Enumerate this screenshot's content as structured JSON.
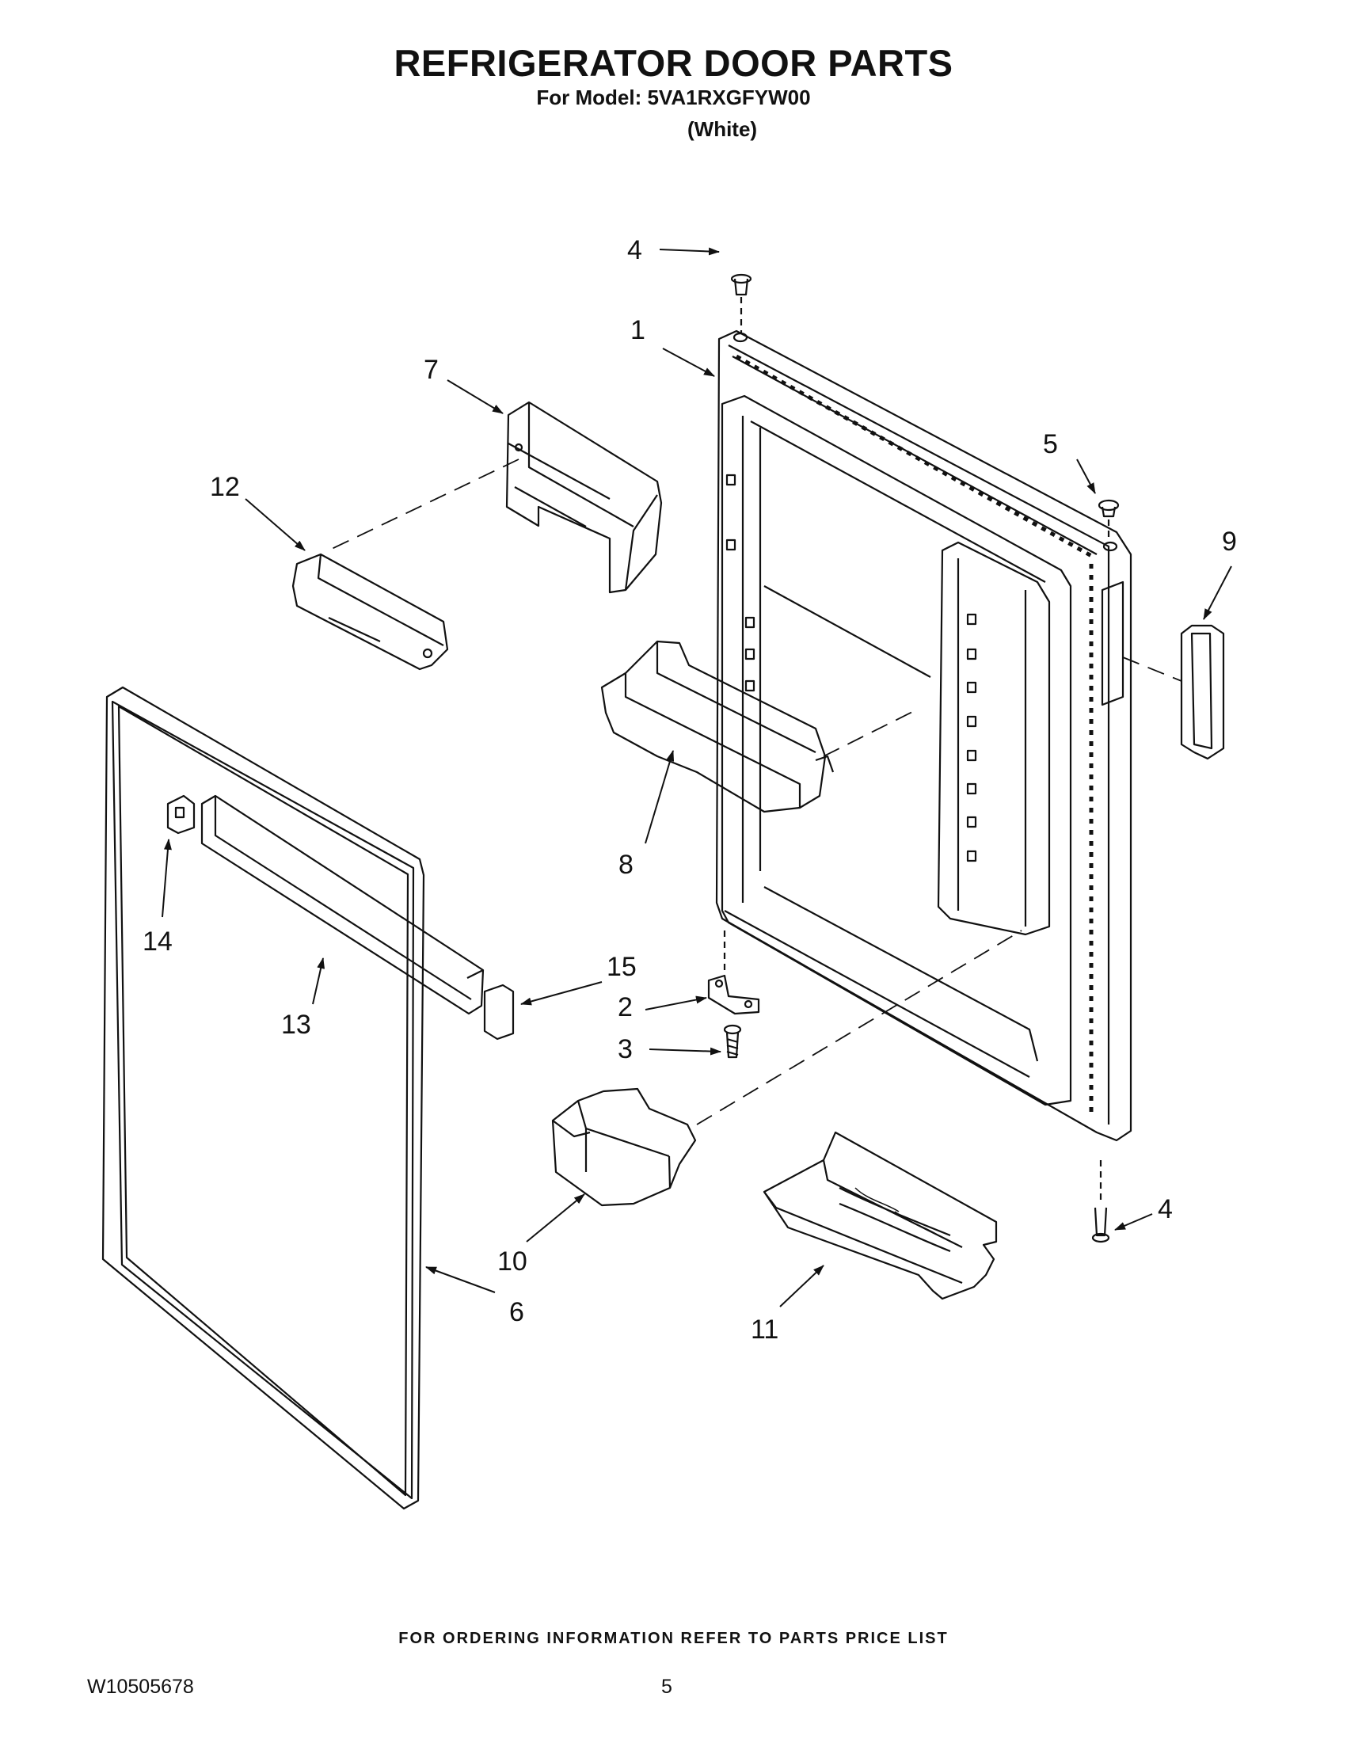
{
  "header": {
    "title": "REFRIGERATOR DOOR PARTS",
    "model_line": "For Model: 5VA1RXGFYW00",
    "color_line": "(White)"
  },
  "diagram": {
    "callouts": [
      {
        "id": "c4-top",
        "label": "4"
      },
      {
        "id": "c1",
        "label": "1"
      },
      {
        "id": "c7",
        "label": "7"
      },
      {
        "id": "c5",
        "label": "5"
      },
      {
        "id": "c12",
        "label": "12"
      },
      {
        "id": "c9",
        "label": "9"
      },
      {
        "id": "c8",
        "label": "8"
      },
      {
        "id": "c14",
        "label": "14"
      },
      {
        "id": "c15",
        "label": "15"
      },
      {
        "id": "c2",
        "label": "2"
      },
      {
        "id": "c13",
        "label": "13"
      },
      {
        "id": "c3",
        "label": "3"
      },
      {
        "id": "c4-bottom",
        "label": "4"
      },
      {
        "id": "c10",
        "label": "10"
      },
      {
        "id": "c6",
        "label": "6"
      },
      {
        "id": "c11",
        "label": "11"
      }
    ]
  },
  "footer": {
    "note": "FOR ORDERING INFORMATION REFER TO PARTS PRICE LIST",
    "doc_number": "W10505678",
    "page_number": "5"
  }
}
